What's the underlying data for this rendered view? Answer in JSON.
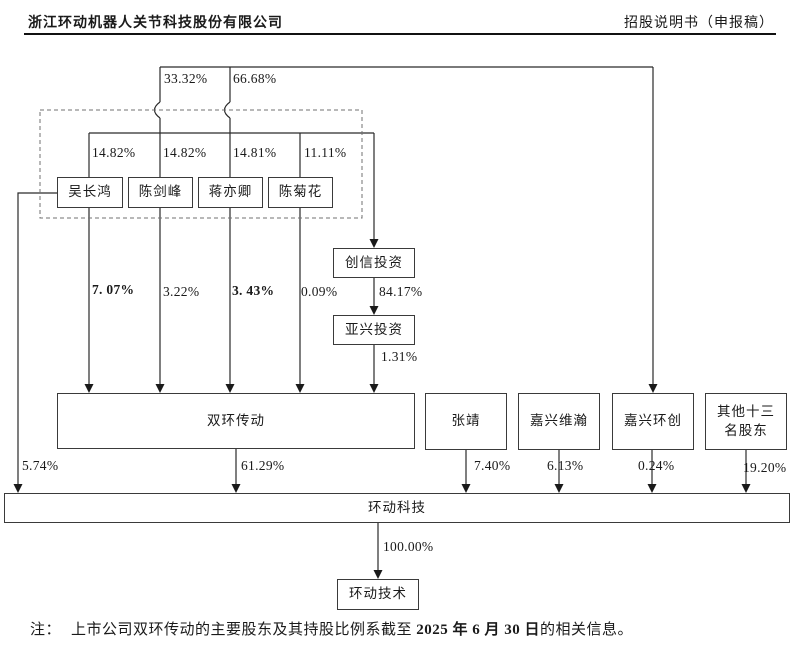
{
  "header": {
    "company": "浙江环动机器人关节科技股份有限公司",
    "doc_label": "招股说明书（申报稿）"
  },
  "diagram": {
    "entities": {
      "wu_changhong": "吴长鸿",
      "chen_jianfeng": "陈剑峰",
      "jiang_yiqing": "蒋亦卿",
      "chen_juhua": "陈菊花",
      "chuangxin": "创信投资",
      "yaxing": "亚兴投资",
      "shuanghuan": "双环传动",
      "zhang_jing": "张靖",
      "jiaxing_weihan": "嘉兴维瀚",
      "jiaxing_huanchuang": "嘉兴环创",
      "others_line1": "其他十三",
      "others_line2": "名股东",
      "huandong_keji": "环动科技",
      "huandong_jishu": "环动技术"
    },
    "percentages": {
      "top_left": "33.32%",
      "top_right": "66.68%",
      "wu_to_cx": "14.82%",
      "chenjf_to_cx": "14.82%",
      "jiang_to_cx": "14.81%",
      "chenjh_to_cx": "11.11%",
      "wu_to_sh": "7. 07%",
      "chenjf_to_sh": "3.22%",
      "jiang_to_sh": "3. 43%",
      "chenjh_to_sh": "0.09%",
      "cx_to_yx": "84.17%",
      "yx_to_sh": "1.31%",
      "wu_to_hd": "5.74%",
      "sh_to_hd": "61.29%",
      "zj_to_hd": "7.40%",
      "wh_to_hd": "6.13%",
      "hc_to_hd": "0.24%",
      "others_to_hd": "19.20%",
      "hd_to_js": "100.00%"
    }
  },
  "note": {
    "prefix": "注：",
    "body": "上市公司双环传动的主要股东及其持股比例系截至 ",
    "date": "2025 年 6 月 30 日",
    "suffix": "的相关信息。"
  }
}
